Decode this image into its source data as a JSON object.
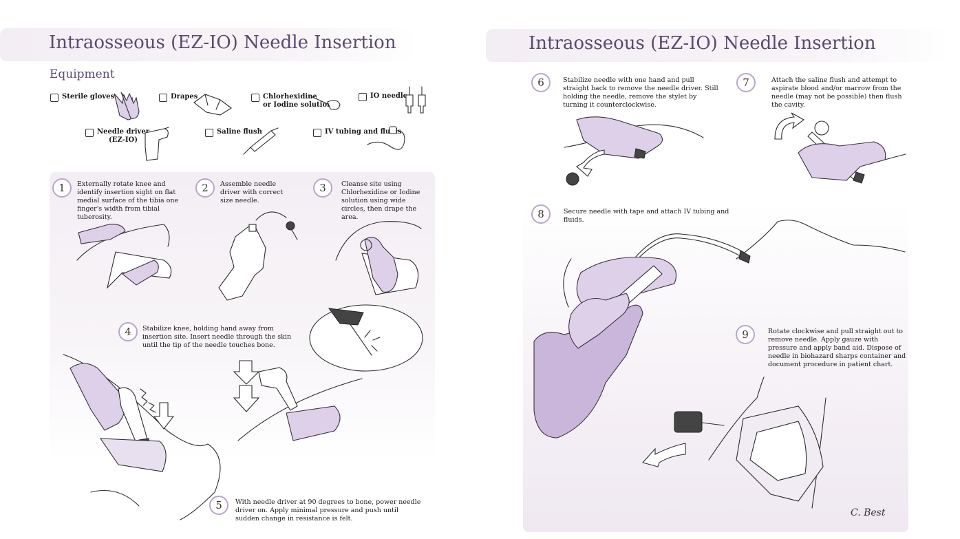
{
  "left_page": {
    "title": "Intraosseous (EZ-IO) Needle Insertion",
    "equipment_heading": "Equipment",
    "equipment": [
      {
        "label": "Sterile gloves"
      },
      {
        "label": "Drapes"
      },
      {
        "label": "Chlorhexidine\nor Iodine solution"
      },
      {
        "label": "IO needle"
      },
      {
        "label": "Needle driver\n(EZ-IO)"
      },
      {
        "label": "Saline flush"
      },
      {
        "label": "IV tubing and fluids"
      }
    ],
    "steps": [
      {
        "num": "1",
        "text": "Externally rotate knee and identify insertion sight on flat medial surface of the tibia one finger's width from tibial tuberosity."
      },
      {
        "num": "2",
        "text": "Assemble needle driver with correct size needle."
      },
      {
        "num": "3",
        "text": "Cleanse site using Chlorhexidine or Iodine solution using wide circles, then drape the area."
      },
      {
        "num": "4",
        "text": "Stabilize knee, holding hand away from insertion site. Insert needle through the skin until the tip of the needle touches bone."
      },
      {
        "num": "5",
        "text": "With needle driver at 90 degrees to bone, power needle driver on. Apply minimal pressure and push until sudden change in resistance is felt."
      }
    ]
  },
  "right_page": {
    "title": "Intraosseous (EZ-IO) Needle Insertion",
    "steps": [
      {
        "num": "6",
        "text": "Stabilize needle with one hand and pull straight back to remove the needle driver. Still holding the needle, remove the stylet by turning it counterclockwise."
      },
      {
        "num": "7",
        "text": "Attach the saline flush and attempt to aspirate blood and/or marrow from the needle (may not be possible) then flush the cavity."
      },
      {
        "num": "8",
        "text": "Secure needle with tape and attach IV tubing and fluids."
      },
      {
        "num": "9",
        "text": "Rotate clockwise and pull straight out to remove needle. Apply gauze with pressure and apply band aid. Dispose of needle in biohazard sharps container and document procedure in patient chart."
      }
    ],
    "signature": "C. Best"
  },
  "colors": {
    "accent": "#5a4a6e",
    "glove": "#ddd0e8",
    "circle_border": "#b9a6c9",
    "panel": "#f3eef4"
  }
}
